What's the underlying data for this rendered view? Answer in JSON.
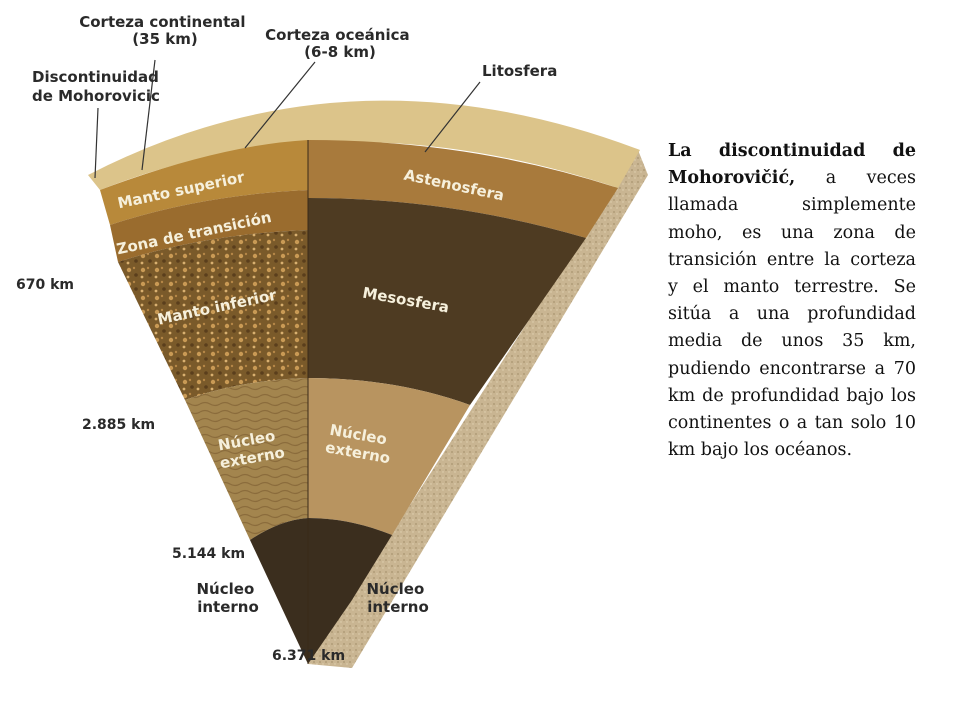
{
  "figure": {
    "labels": {
      "continental_crust": [
        "Corteza continental",
        "(35 km)"
      ],
      "oceanic_crust": [
        "Corteza oceánica",
        "(6-8 km)"
      ],
      "moho": [
        "Discontinuidad",
        "de Mohorovicic"
      ],
      "lithosphere": "Litosfera",
      "upper_mantle": "Manto superior",
      "transition_zone": "Zona de transición",
      "lower_mantle": "Manto inferior",
      "outer_core_left": [
        "Núcleo",
        "externo"
      ],
      "inner_core_left": [
        "Núcleo",
        "interno"
      ],
      "asthenosphere": "Astenosfera",
      "mesosphere": "Mesosfera",
      "outer_core_right": [
        "Núcleo",
        "externo"
      ],
      "inner_core_right": [
        "Núcleo",
        "interno"
      ]
    },
    "depths": [
      "670 km",
      "2.885 km",
      "5.144 km",
      "6.371 km"
    ]
  },
  "description": {
    "bold_lead": "La discontinuidad de Mohorovičić,",
    "body": " a veces llamada simplemente moho, es una zona de transición entre la corteza y el manto terrestre. Se sitúa a una profundidad media de unos 35 km, pudiendo encontrarse a 70 km de profundidad bajo los continentes o a tan solo 10 km bajo los océanos."
  },
  "colors": {
    "crust": "#dcc48a",
    "upper_mantle": "#b8893a",
    "transition_zone": "#9a6c2e",
    "lower_mantle": "#7a5a2a",
    "outer_core_left": "#a3854e",
    "inner_core": "#3b2e1e",
    "asthenosphere": "#a87a3c",
    "mesosphere": "#4e3b22",
    "outer_core_right": "#b89460"
  }
}
